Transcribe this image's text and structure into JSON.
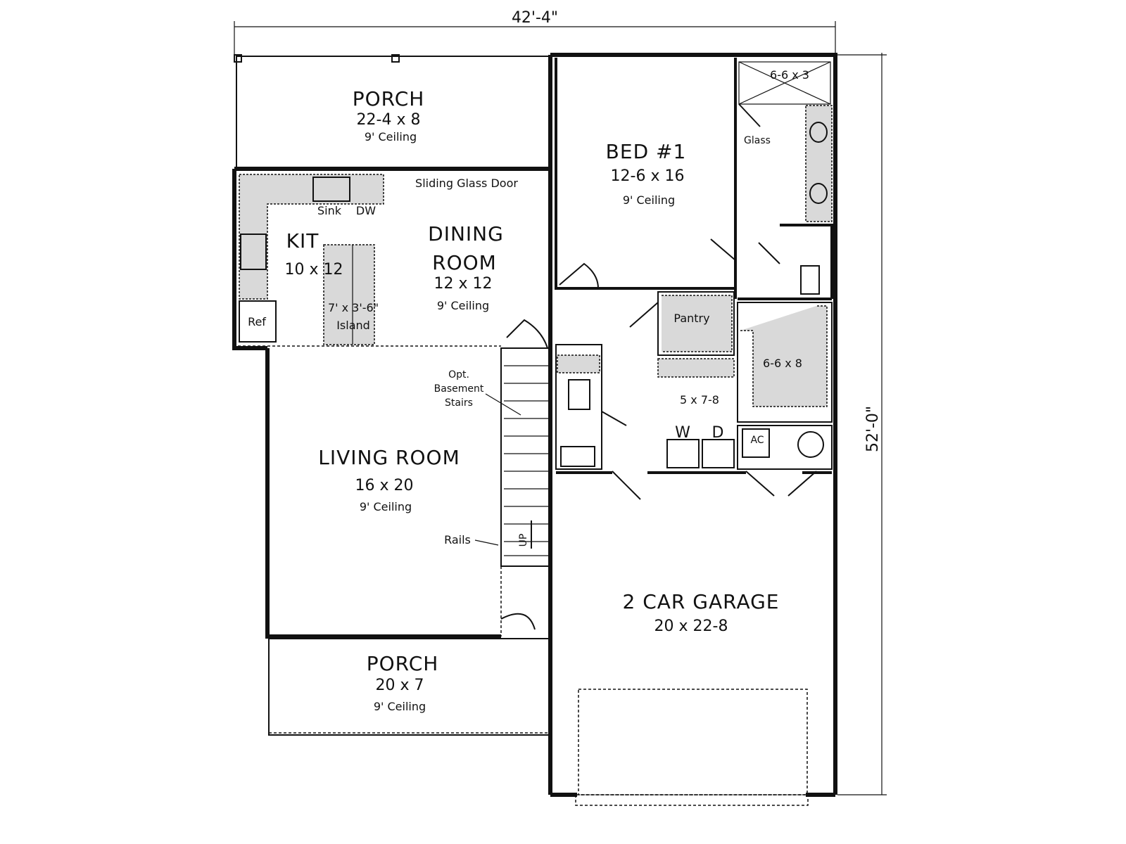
{
  "dimensions": {
    "width": "42'-4\"",
    "depth": "52'-0\""
  },
  "rooms": {
    "rear_porch": {
      "name": "PORCH",
      "size": "22-4 x 8",
      "ceiling": "9' Ceiling"
    },
    "bed1": {
      "name": "BED #1",
      "size": "12-6 x 16",
      "ceiling": "9' Ceiling"
    },
    "shower": {
      "size": "6-6 x 3",
      "door": "Glass"
    },
    "kitchen": {
      "name": "KIT",
      "size": "10 x 12"
    },
    "dining": {
      "name_line1": "DINING",
      "name_line2": "ROOM",
      "size": "12 x 12",
      "ceiling": "9' Ceiling"
    },
    "living": {
      "name": "LIVING ROOM",
      "size": "16 x 20",
      "ceiling": "9' Ceiling"
    },
    "pantry": {
      "name": "Pantry"
    },
    "closet": {
      "size": "6-6 x 8"
    },
    "laundry": {
      "size": "5 x 7-8",
      "washer": "W",
      "dryer": "D"
    },
    "garage": {
      "name": "2 CAR GARAGE",
      "size": "20 x 22-8"
    },
    "front_porch": {
      "name": "PORCH",
      "size": "20 x 7",
      "ceiling": "9' Ceiling"
    }
  },
  "fixtures": {
    "sink": "Sink",
    "dishwasher": "DW",
    "refrigerator": "Ref",
    "island_size": "7' x 3'-6\"",
    "island": "Island",
    "sliding_door": "Sliding Glass Door",
    "basement_stairs_line1": "Opt.",
    "basement_stairs_line2": "Basement",
    "basement_stairs_line3": "Stairs",
    "rails": "Rails",
    "up": "UP",
    "ac": "AC"
  }
}
